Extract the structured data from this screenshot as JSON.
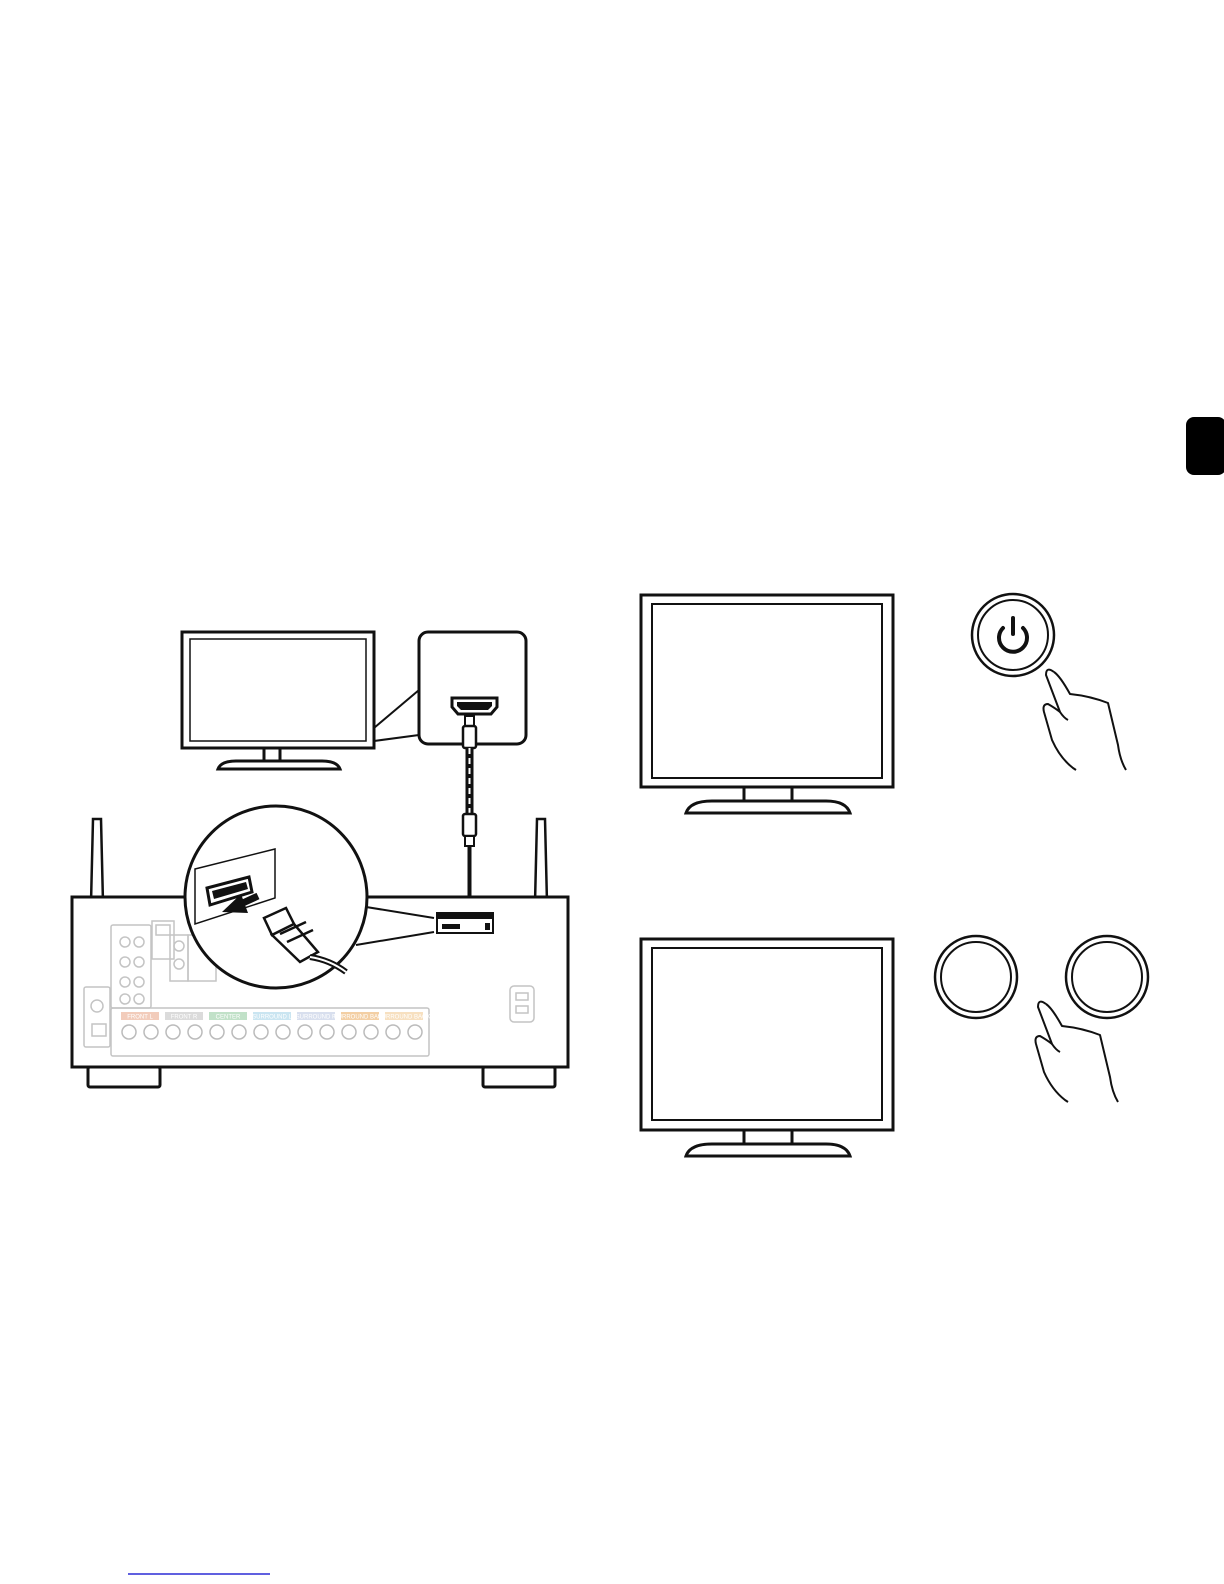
{
  "receiver_panel": {
    "speaker_labels": [
      "FRONT L",
      "FRONT R",
      "CENTER",
      "SURROUND L",
      "SURROUND R",
      "SURROUND BACK",
      "SURROUND BACK"
    ],
    "label_colors": [
      "#e8a383",
      "#bdbdbd",
      "#8ec99a",
      "#9ed0e6",
      "#b8c4e0",
      "#e9a85a",
      "#f0c68c"
    ]
  },
  "colors": {
    "line": "#111111",
    "faded": "#bbbbbb",
    "tab": "#000000",
    "link": "#2b2bd6"
  },
  "icons": [
    "tv-icon",
    "hdmi-port-icon",
    "hdmi-cable-icon",
    "av-receiver-icon",
    "power-icon",
    "hand-pointer-icon",
    "antenna-icon"
  ]
}
